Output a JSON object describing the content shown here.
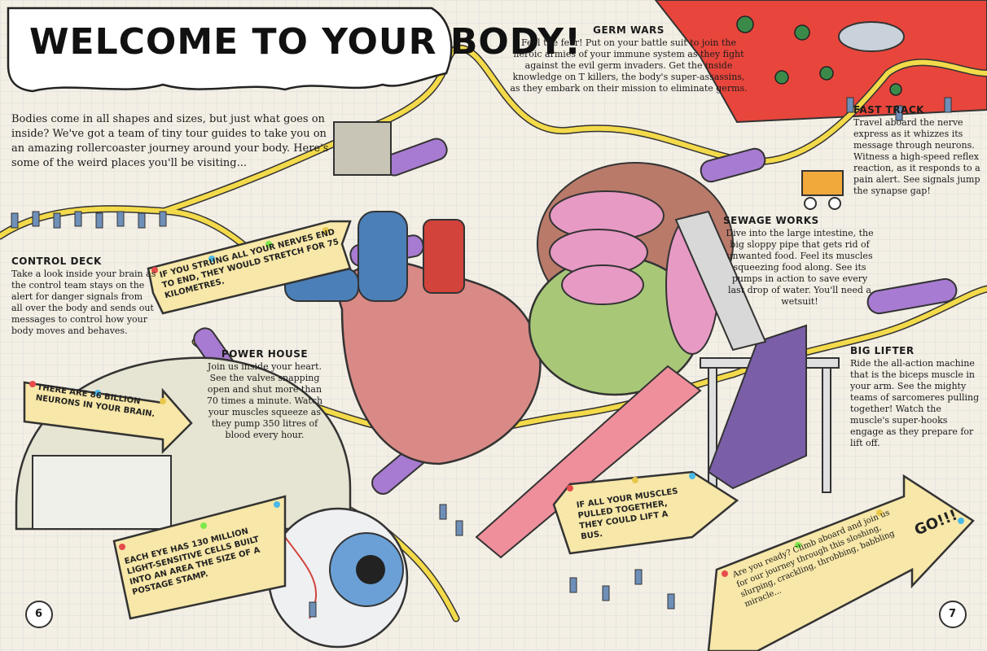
{
  "title": "WELCOME TO YOUR BODY!",
  "intro": "Bodies come in all shapes and sizes, but just what goes on inside? We've got a team of tiny tour guides to take you on an amazing rollercoaster journey around your body. Here's some of the weird places you'll be visiting...",
  "sections": {
    "germ_wars": {
      "heading": "GERM WARS",
      "body": "Feel the fear! Put on your battle suit to join the heroic armies of your immune system as they fight against the evil germ invaders. Get the inside knowledge on T killers, the body's super-assassins, as they embark on their mission to eliminate germs."
    },
    "fast_track": {
      "heading": "FAST TRACK",
      "body": "Travel aboard the nerve express as it whizzes its message through neurons. Witness a high-speed reflex reaction, as it responds to a pain alert. See signals jump the synapse gap!"
    },
    "sewage_works": {
      "heading": "SEWAGE WORKS",
      "body": "Dive into the large intestine, the big sloppy pipe that gets rid of unwanted food. Feel its muscles squeezing food along. See its pumps in action to save every last drop of water. You'll need a wetsuit!"
    },
    "control_deck": {
      "heading": "CONTROL DECK",
      "body": "Take a look inside your brain as the control team stays on the alert for danger signals from all over the body and sends out messages to control how your body moves and behaves."
    },
    "power_house": {
      "heading": "POWER HOUSE",
      "body": "Join us inside your heart. See the valves snapping open and shut more than 70 times a minute. Watch your muscles squeeze as they pump 350 litres of blood every hour."
    },
    "big_lifter": {
      "heading": "BIG LIFTER",
      "body": "Ride the all-action machine that is the biceps muscle in your arm. See the mighty teams of sarcomeres pulling together! Watch the muscle's super-hooks engage as they prepare for lift off."
    }
  },
  "signs": {
    "nerves": "If you strung all your nerves end to end, they would stretch for 75 kilometres.",
    "neurons": "There are 86 billion neurons in your brain.",
    "eye": "Each eye has 130 million light-sensitive cells built into an area the size of a postage stamp.",
    "muscles": "If all your muscles pulled together, they could lift a bus.",
    "finale": "Are you ready? Climb aboard and join us for our journey through this sloshing, slurping, crackling, throbbing, babbling miracle...",
    "go": "GO!!!"
  },
  "page_numbers": {
    "left": "6",
    "right": "7"
  },
  "colors": {
    "background": "#f4efe4",
    "track": "#f3da4a",
    "coaster_car": "#a77bd1",
    "sign": "#f7e7a8",
    "germ_arena": "#e8463c"
  }
}
